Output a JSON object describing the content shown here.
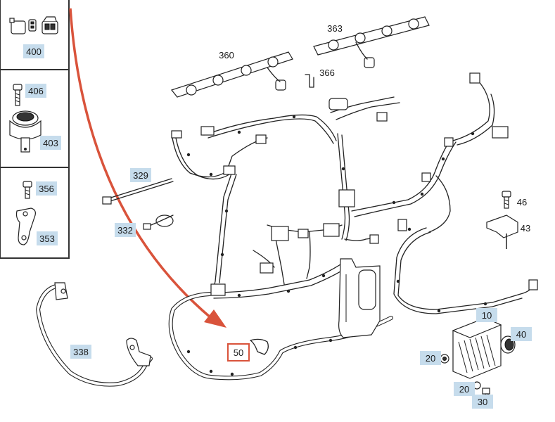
{
  "diagram": {
    "accent_arrow_color": "#d9533b",
    "callout_fill_color": "#c6dcec",
    "selected_callout_border": "#d9533b",
    "side_panel": {
      "groups": [
        {
          "callouts": [
            "400"
          ]
        },
        {
          "callouts": [
            "406",
            "403"
          ]
        },
        {
          "callouts": [
            "356",
            "353"
          ]
        }
      ]
    },
    "callouts": {
      "c400": "400",
      "c406": "406",
      "c403": "403",
      "c356": "356",
      "c353": "353",
      "c329": "329",
      "c332": "332",
      "c338": "338",
      "c50": "50",
      "c10": "10",
      "c40": "40",
      "c20a": "20",
      "c20b": "20",
      "c30": "30"
    },
    "plain_labels": {
      "l360": "360",
      "l363": "363",
      "l366": "366",
      "l46": "46",
      "l43": "43"
    },
    "selected_callout": "50"
  }
}
